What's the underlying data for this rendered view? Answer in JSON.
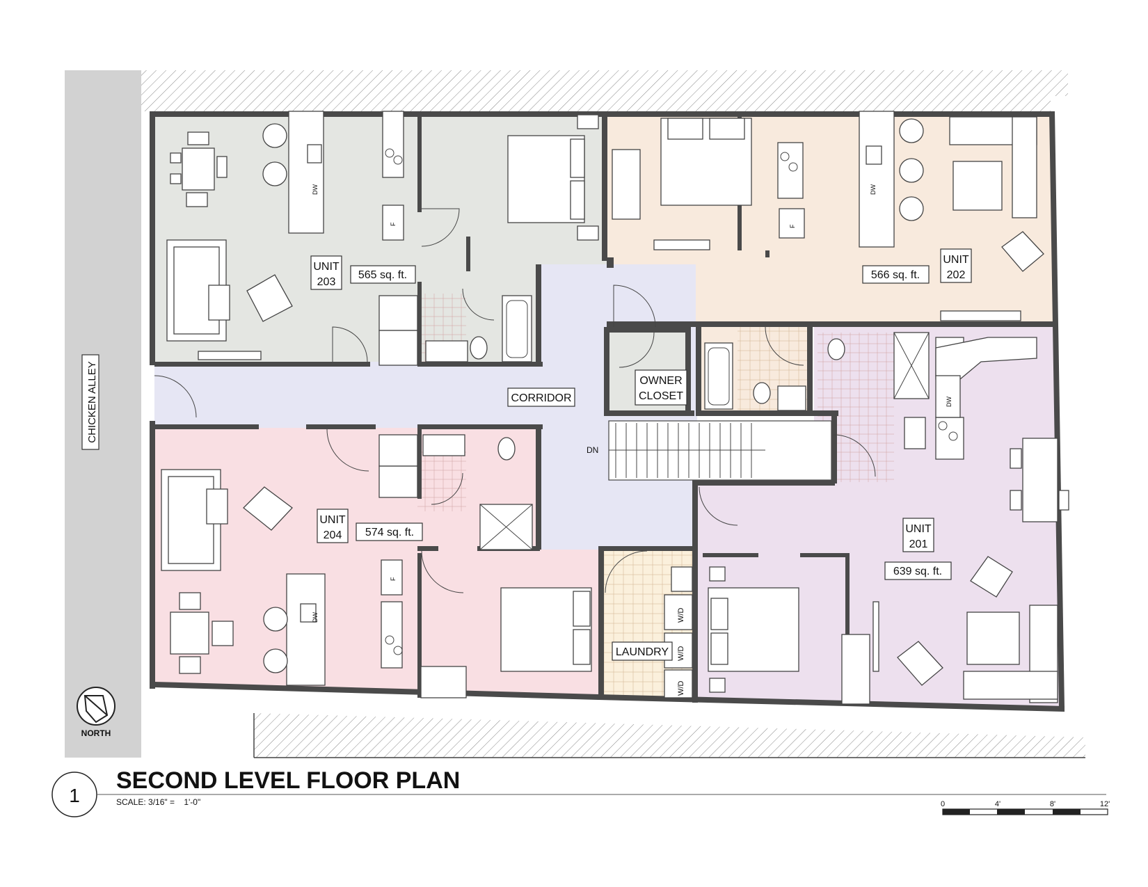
{
  "street": {
    "name": "CHICKEN ALLEY"
  },
  "units": [
    {
      "id": "unit-203",
      "label_line1": "UNIT",
      "label_line2": "203",
      "area": "565 sq. ft.",
      "color": "#e4e6e2"
    },
    {
      "id": "unit-202",
      "label_line1": "UNIT",
      "label_line2": "202",
      "area": "566 sq. ft.",
      "color": "#f8eadd"
    },
    {
      "id": "unit-204",
      "label_line1": "UNIT",
      "label_line2": "204",
      "area": "574 sq. ft.",
      "color": "#f9dfe3"
    },
    {
      "id": "unit-201",
      "label_line1": "UNIT",
      "label_line2": "201",
      "area": "639 sq. ft.",
      "color": "#ede0ee"
    }
  ],
  "rooms": {
    "corridor": "CORRIDOR",
    "owner_closet_line1": "OWNER",
    "owner_closet_line2": "CLOSET",
    "laundry": "LAUNDRY",
    "stair_dn": "DN"
  },
  "fixtures": {
    "dishwasher": "DW",
    "fridge": "F",
    "washer_dryer": "W/D"
  },
  "colors": {
    "corridor": "#e6e6f4",
    "laundry": "#fbf0dc",
    "wall": "#4a4a4a",
    "alley": "#d2d2d2",
    "hatch": "#888888"
  },
  "north_arrow": {
    "label": "NORTH"
  },
  "title_block": {
    "number": "1",
    "title": "SECOND LEVEL FLOOR PLAN",
    "scale": "SCALE: 3/16\" =    1'-0\""
  },
  "scale_bar": {
    "ticks": [
      "0",
      "4'",
      "8'",
      "12'"
    ]
  }
}
